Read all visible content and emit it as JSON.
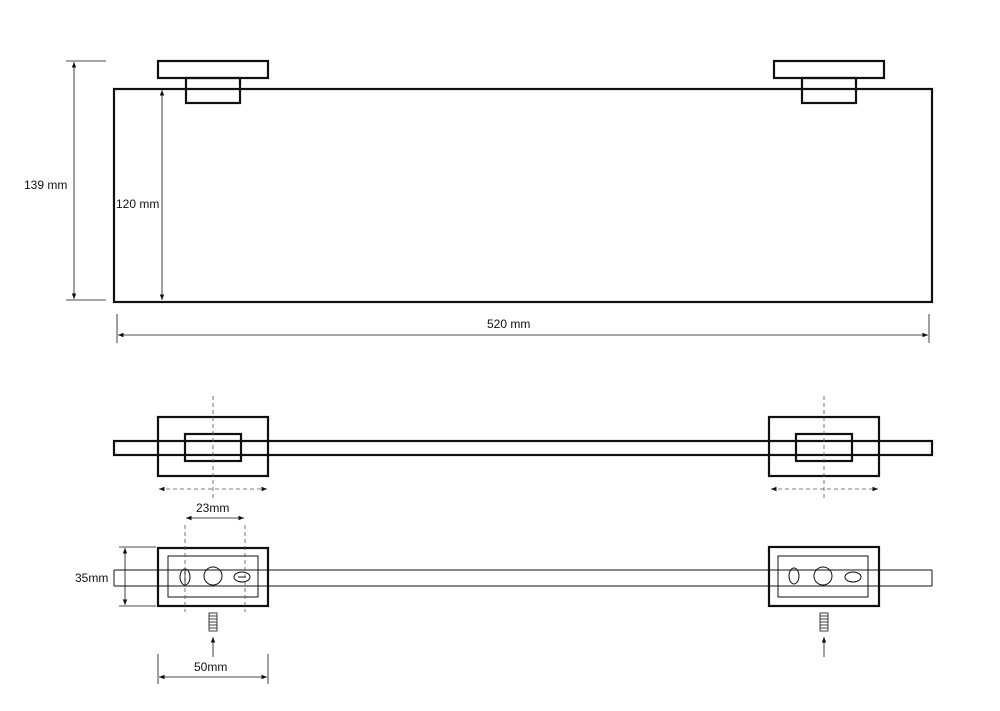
{
  "dimensions": {
    "total_height": "139 mm",
    "glass_height": "120 mm",
    "length": "520 mm",
    "hole_spacing": "23mm",
    "bracket_height": "35mm",
    "bracket_width": "50mm"
  }
}
